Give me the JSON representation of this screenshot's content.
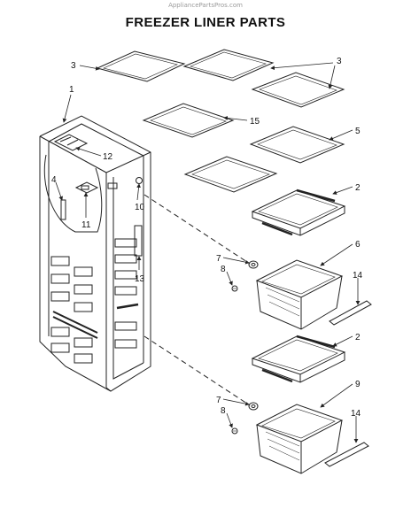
{
  "watermark": "AppliancePartsPros.com",
  "title": "FREEZER LINER PARTS",
  "callouts": [
    "1",
    "2",
    "2",
    "3",
    "3",
    "4",
    "5",
    "6",
    "7",
    "7",
    "8",
    "8",
    "9",
    "10",
    "11",
    "12",
    "13",
    "14",
    "14",
    "15"
  ]
}
